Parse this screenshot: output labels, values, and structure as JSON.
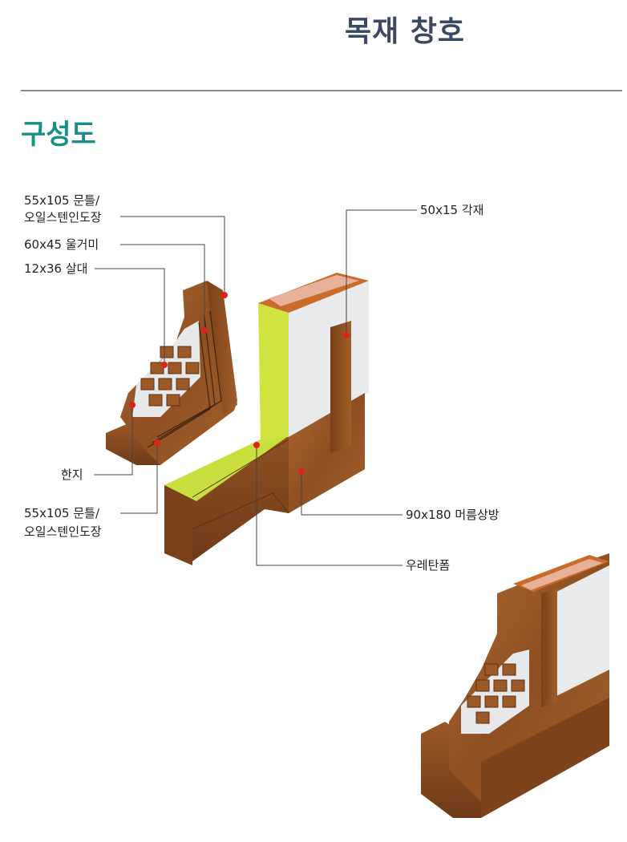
{
  "header": {
    "title": "목재 창호"
  },
  "section": {
    "title": "구성도"
  },
  "labels": {
    "frame_top_line1": "55x105 문틀/",
    "frame_top_line2": "오일스텐인도장",
    "sash": "60x45 울거미",
    "mullion": "12x36 살대",
    "hanji": "한지",
    "frame_bottom_line1": "55x105 문틀/",
    "frame_bottom_line2": "오일스텐인도장",
    "square_timber": "50x15 각재",
    "beam": "90x180 머름상방",
    "urethane": "우레탄폼"
  },
  "colors": {
    "wood_light": "#a8632b",
    "wood_mid": "#8c4f22",
    "wood_dark": "#6d3a17",
    "urethane": "#c5dc3e",
    "panel": "#e9eaec",
    "dot": "#e0201e",
    "title": "#3b4a63",
    "section": "#1a8f84"
  }
}
